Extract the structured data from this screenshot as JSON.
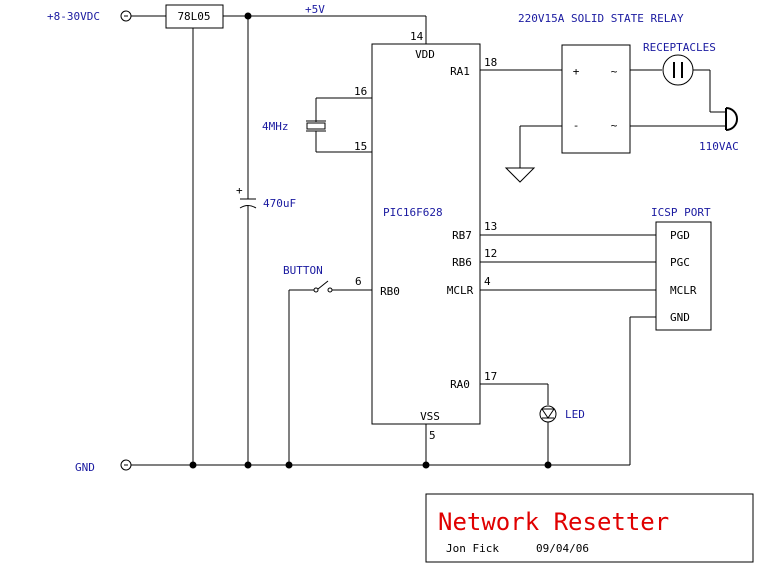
{
  "supply": {
    "input_label": "+8-30VDC",
    "vcc_label": "+5V",
    "gnd_label": "GND"
  },
  "regulator": {
    "label": "78L05"
  },
  "capacitor": {
    "label": "470uF",
    "polarity": "+"
  },
  "crystal": {
    "label": "4MHz"
  },
  "mcu": {
    "name": "PIC16F628",
    "pins": {
      "vdd": {
        "name": "VDD",
        "num": "14"
      },
      "vss": {
        "name": "VSS",
        "num": "5"
      },
      "osc1": {
        "num": "16"
      },
      "osc2": {
        "num": "15"
      },
      "ra1": {
        "name": "RA1",
        "num": "18"
      },
      "rb7": {
        "name": "RB7",
        "num": "13"
      },
      "rb6": {
        "name": "RB6",
        "num": "12"
      },
      "mclr": {
        "name": "MCLR",
        "num": "4"
      },
      "rb0": {
        "name": "RB0",
        "num": "6"
      },
      "ra0": {
        "name": "RA0",
        "num": "17"
      }
    }
  },
  "button": {
    "label": "BUTTON"
  },
  "relay": {
    "label": "220V15A SOLID STATE RELAY",
    "plus": "+",
    "minus": "-",
    "ac1": "~",
    "ac2": "~"
  },
  "receptacles": {
    "label": "RECEPTACLES",
    "ac_label": "110VAC"
  },
  "icsp": {
    "label": "ICSP PORT",
    "pins": [
      "PGD",
      "PGC",
      "MCLR",
      "GND"
    ]
  },
  "led": {
    "label": "LED"
  },
  "title_block": {
    "title": "Network Resetter",
    "author": "Jon Fick",
    "date": "09/04/06"
  },
  "colors": {
    "label_blue": "#1a1aa0",
    "title_red": "#e00000",
    "wire": "#000000"
  }
}
